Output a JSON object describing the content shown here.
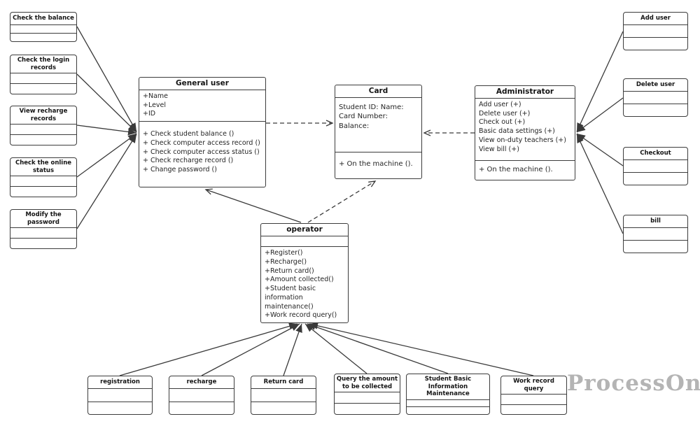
{
  "watermark": "ProcessOn",
  "colors": {
    "line": "#3a3a3a",
    "border": "#3c3c3c",
    "text": "#242424",
    "watermark": "#b4b4b4",
    "background": "#ffffff"
  },
  "left_nodes": [
    "Check the balance",
    "Check the login records",
    "View recharge records",
    "Check the online status",
    "Modify the password"
  ],
  "right_nodes": [
    "Add user",
    "Delete user",
    "Checkout",
    "bill"
  ],
  "bottom_nodes": [
    "registration",
    "recharge",
    "Return card",
    "Query the amount to be collected",
    "Student Basic Information Maintenance",
    "Work record query"
  ],
  "classes": {
    "general_user": {
      "title": "General user",
      "attrs": [
        "+Name",
        "+Level",
        "+ID"
      ],
      "methods": [
        "+ Check student balance ()",
        "+ Check computer access record ()",
        "+ Check computer access status ()",
        "+ Check recharge record ()",
        "+ Change password ()"
      ]
    },
    "card": {
      "title": "Card",
      "attrs": [
        "Student ID: Name:",
        "Card Number:",
        "Balance:"
      ],
      "methods": [
        "+ On the machine ()."
      ]
    },
    "administrator": {
      "title": "Administrator",
      "attrs": [
        "Add user (+)",
        "Delete user (+)",
        "Check out (+)",
        "Basic data settings (+)",
        "View on-duty teachers (+)",
        "View bill (+)"
      ],
      "methods": [
        "+ On the machine ()."
      ]
    },
    "operator": {
      "title": "operator",
      "methods": [
        "+Register()",
        "+Recharge()",
        "+Return card()",
        "+Amount collected()",
        "+Student basic information maintenance()",
        "+Work record query()"
      ]
    }
  }
}
